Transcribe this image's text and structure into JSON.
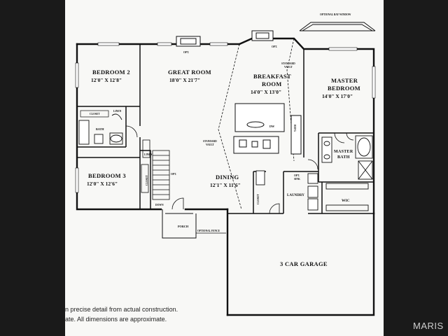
{
  "rooms": {
    "bedroom2": {
      "name": "BEDROOM 2",
      "dim": "12'0\" X 12'8\""
    },
    "great_room": {
      "name": "GREAT ROOM",
      "dim": "18'0\" X 21'7\""
    },
    "breakfast_room": {
      "name1": "BREAKFAST",
      "name2": "ROOM",
      "dim": "14'0\" X 13'0\""
    },
    "master_bedroom": {
      "name1": "MASTER",
      "name2": "BEDROOM",
      "dim": "14'0\" X 17'0\""
    },
    "bedroom3": {
      "name": "BEDROOM 3",
      "dim": "12'0\" X 12'6\""
    },
    "dining": {
      "name": "DINING",
      "dim": "12'1\" X 11'6\""
    },
    "master_bath": {
      "name1": "MASTER",
      "name2": "BATH"
    },
    "bath": {
      "name": "BATH"
    },
    "laundry": {
      "name": "LAUNDRY"
    },
    "wic": {
      "name": "WIC"
    },
    "porch": {
      "name": "PORCH"
    },
    "garage": {
      "name": "3 CAR GARAGE"
    }
  },
  "labels": {
    "optional_bay_window": "OPTIONAL BAY WINDOW",
    "standard_vault_1": "STANDARD",
    "standard_vault_1b": "VAULT",
    "standard_vault_2": "STANDARD",
    "standard_vault_2b": "VAULT",
    "opt_fireplace_1": "OPT.",
    "opt_fireplace_2": "OPT.",
    "opt_stair": "OPT.",
    "closet_top": "CLOSET",
    "linen": "LINEN",
    "closet_hall": "CLOSET",
    "closet_dining": "CLOSET",
    "opt_sink_1": "OPT.",
    "opt_sink_2": "SINK",
    "refrig": "REFG",
    "dw": "DW",
    "down": "DOWN",
    "optional_fence": "OPTIONAL FENCE",
    "linen_side": "LINEN"
  },
  "disclaimer": {
    "line1": "n precise detail from actual construction.",
    "line2": "ate.  All dimensions are approximate."
  },
  "watermark": "MARIS"
}
